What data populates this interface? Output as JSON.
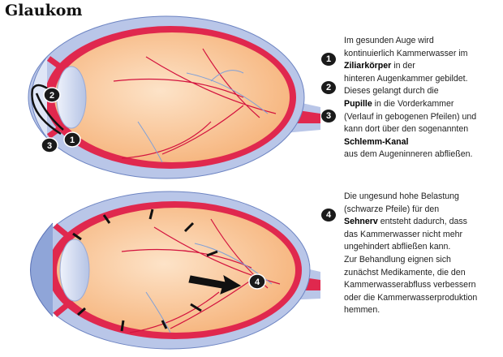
{
  "title": "Glaukom",
  "section1": {
    "badges": [
      "1",
      "2",
      "3"
    ],
    "lines": [
      {
        "pre": "Im gesunden Auge wird",
        "bold": "",
        "post": ""
      },
      {
        "pre": "kontinuierlich Kammerwasser im",
        "bold": "",
        "post": ""
      },
      {
        "pre": "",
        "bold": "Ziliarkörper",
        "post": " in der"
      },
      {
        "pre": "hinteren Augenkammer gebildet.",
        "bold": "",
        "post": ""
      },
      {
        "pre": "Dieses gelangt durch die",
        "bold": "",
        "post": ""
      },
      {
        "pre": "",
        "bold": "Pupille",
        "post": " in die Vorderkammer"
      },
      {
        "pre": "(Verlauf in gebogenen Pfeilen) und",
        "bold": "",
        "post": ""
      },
      {
        "pre": "kann dort über den sogenannten",
        "bold": "",
        "post": ""
      },
      {
        "pre": "",
        "bold": "Schlemm-Kanal",
        "post": ""
      },
      {
        "pre": "aus dem Augeninneren abfließen.",
        "bold": "",
        "post": ""
      }
    ]
  },
  "section2": {
    "badges": [
      "4"
    ],
    "lines": [
      {
        "pre": "Die ungesund hohe Belastung",
        "bold": "",
        "post": ""
      },
      {
        "pre": "(schwarze Pfeile) für den",
        "bold": "",
        "post": ""
      },
      {
        "pre": "",
        "bold": "Sehnerv",
        "post": " entsteht dadurch, dass"
      },
      {
        "pre": "das Kammerwasser nicht mehr",
        "bold": "",
        "post": ""
      },
      {
        "pre": "ungehindert abfließen kann.",
        "bold": "",
        "post": ""
      },
      {
        "pre": "Zur Behandlung eignen sich",
        "bold": "",
        "post": ""
      },
      {
        "pre": "zunächst Medikamente, die den",
        "bold": "",
        "post": ""
      },
      {
        "pre": "Kammerwasserabfluss verbessern",
        "bold": "",
        "post": ""
      },
      {
        "pre": "oder die Kammerwasserproduktion",
        "bold": "",
        "post": ""
      },
      {
        "pre": "hemmen.",
        "bold": "",
        "post": ""
      }
    ]
  },
  "diagram_labels": {
    "top": [
      "1",
      "2",
      "3"
    ],
    "bottom": [
      "4"
    ]
  },
  "colors": {
    "sclera": "#b9c6e8",
    "choroid": "#e0284e",
    "vitreous": "#f9c89a",
    "lens": "#cfd8ee",
    "vein": "#7fa0d8"
  }
}
